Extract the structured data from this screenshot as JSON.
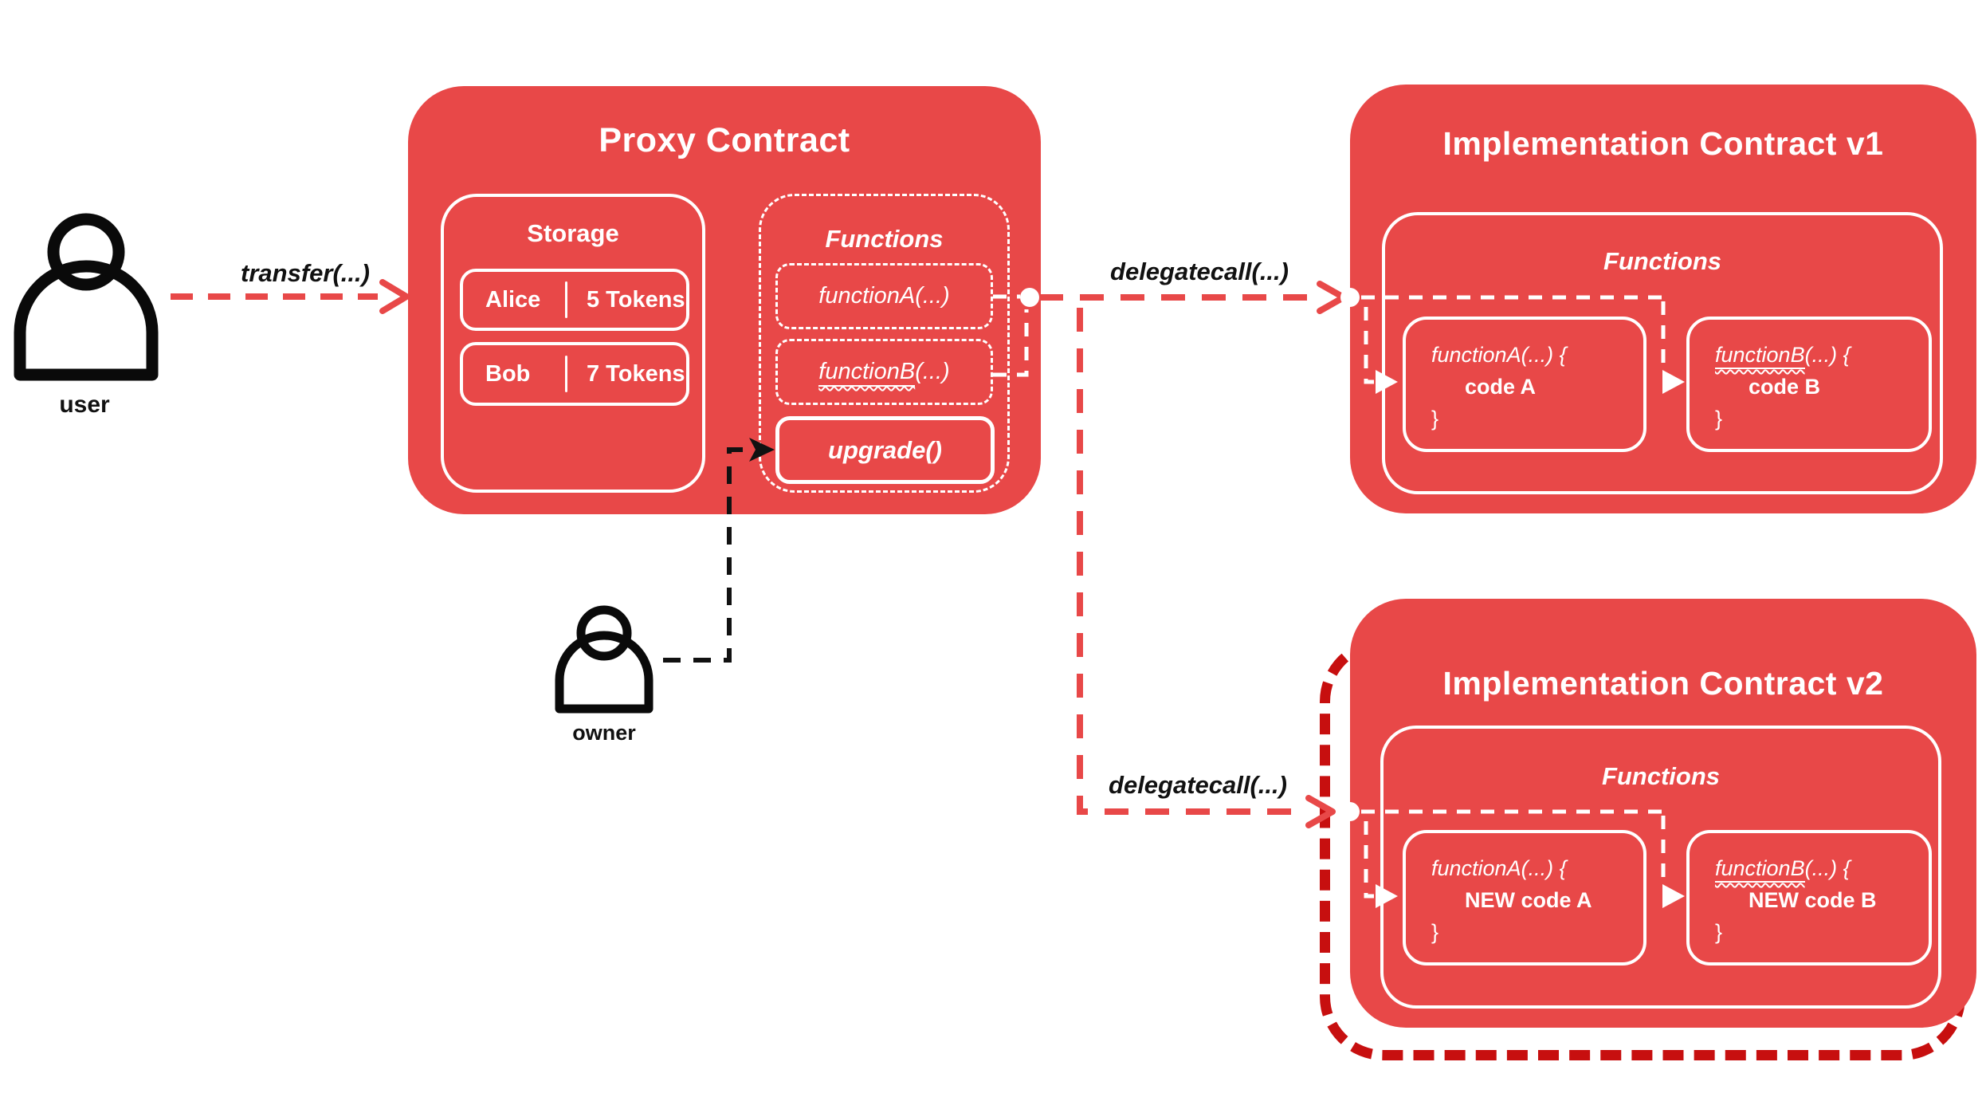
{
  "palette": {
    "red": "#E84848",
    "dark_red": "#C70F0F",
    "line_black": "#111111",
    "white": "#ffffff"
  },
  "actors": {
    "user_label": "user",
    "owner_label": "owner"
  },
  "arrows": {
    "transfer_label": "transfer(...)",
    "delegatecall_v1_label": "delegatecall(...)",
    "delegatecall_v2_label": "delegatecall(...)"
  },
  "proxy": {
    "title": "Proxy Contract",
    "storage": {
      "title": "Storage",
      "rows": [
        {
          "name": "Alice",
          "tokens": "5 Tokens"
        },
        {
          "name": "Bob",
          "tokens": "7 Tokens"
        }
      ]
    },
    "functions": {
      "title": "Functions",
      "function_a": "functionA(...)",
      "function_b_name": "functionB",
      "function_b_suffix": "(...)",
      "upgrade": "upgrade()"
    }
  },
  "implementation_v1": {
    "title": "Implementation Contract v1",
    "functions_title": "Functions",
    "function_a": {
      "signature": "functionA(...) {",
      "body": "code A",
      "closing": "}"
    },
    "function_b": {
      "name": "functionB",
      "suffix": "(...) {",
      "body": "code B",
      "closing": "}"
    }
  },
  "implementation_v2": {
    "title": "Implementation Contract v2",
    "functions_title": "Functions",
    "function_a": {
      "signature": "functionA(...) {",
      "body": "NEW code A",
      "closing": "}"
    },
    "function_b": {
      "name": "functionB",
      "suffix": "(...) {",
      "body": "NEW code B",
      "closing": "}"
    }
  }
}
